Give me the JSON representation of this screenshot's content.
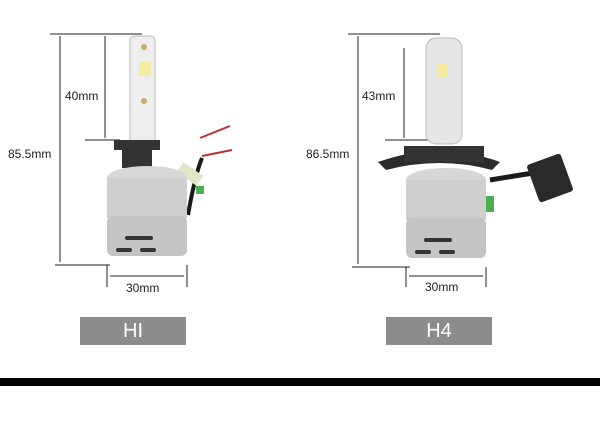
{
  "products": [
    {
      "label": "HI",
      "total_height": "85.5mm",
      "emitter_height": "40mm",
      "width": "30mm"
    },
    {
      "label": "H4",
      "total_height": "86.5mm",
      "emitter_height": "43mm",
      "width": "30mm"
    }
  ],
  "colors": {
    "badge": "#8c8c8c",
    "divider": "#000000",
    "housing": "#c8c8c8",
    "wire": "#1a1a1a",
    "label_green": "#4caf50"
  }
}
